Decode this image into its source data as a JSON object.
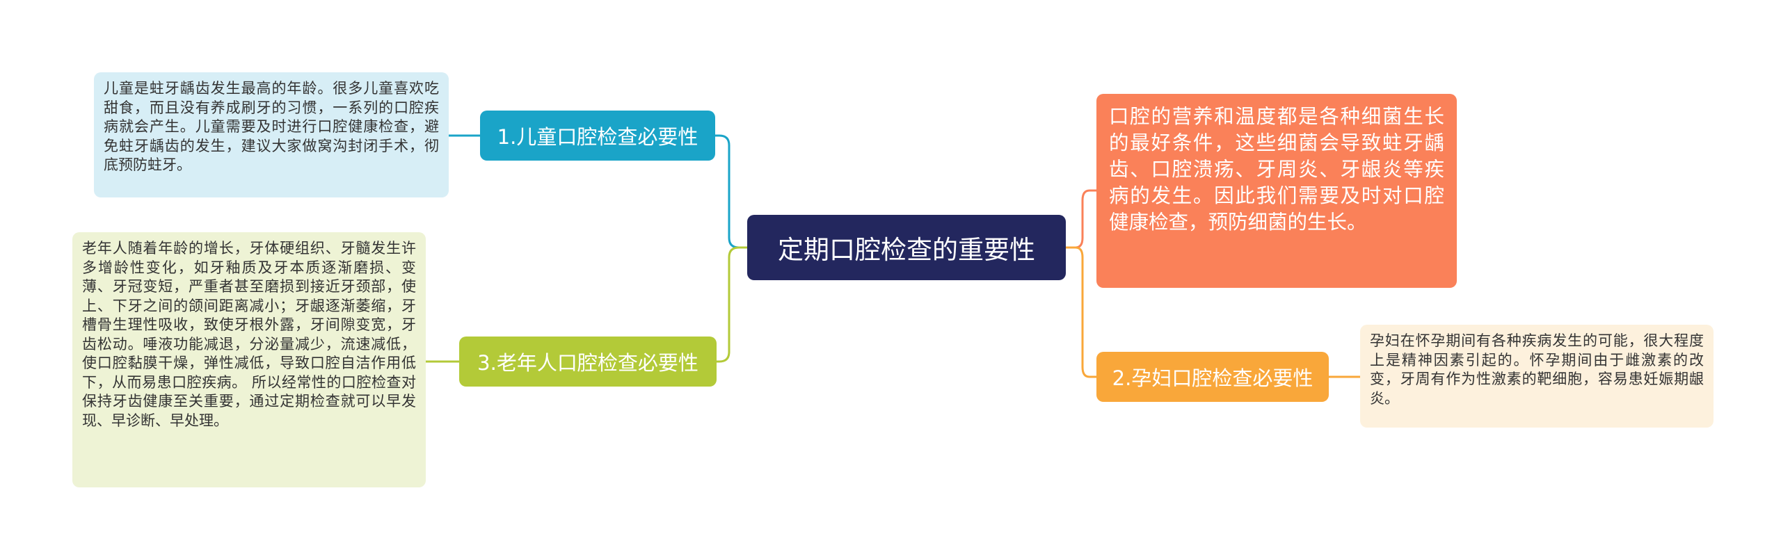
{
  "root": {
    "title": "定期口腔检查的重要性"
  },
  "branches": {
    "child": {
      "label": "1.儿童口腔检查必要性",
      "detail": "儿童是蛀牙龋齿发生最高的年龄。很多儿童喜欢吃甜食，而且没有养成刷牙的习惯，一系列的口腔疾病就会产生。儿童需要及时进行口腔健康检查，避免蛀牙龋齿的发生，建议大家做窝沟封闭手术，彻底预防蛀牙。",
      "color": "#1aa4c8"
    },
    "elder": {
      "label": "3.老年人口腔检查必要性",
      "detail": "老年人随着年龄的增长，牙体硬组织、牙髓发生许多增龄性变化，如牙釉质及牙本质逐渐磨损、变薄、牙冠变短，严重者甚至磨损到接近牙颈部，使上、下牙之间的颌间距离减小；牙龈逐渐萎缩，牙槽骨生理性吸收，致使牙根外露，牙间隙变宽，牙齿松动。唾液功能减退，分泌量减少，流速减低，使口腔黏膜干燥，弹性减低，导致口腔自洁作用低下，从而易患口腔疾病。 所以经常性的口腔检查对保持牙齿健康至关重要，通过定期检查就可以早发现、早诊断、早处理。",
      "color": "#b3ca38"
    },
    "bacteria": {
      "text": "口腔的营养和温度都是各种细菌生长的最好条件，这些细菌会导致蛀牙龋齿、口腔溃疡、牙周炎、牙龈炎等疾病的发生。因此我们需要及时对口腔健康检查，预防细菌的生长。",
      "color": "#fa8159"
    },
    "pregnant": {
      "label": "2.孕妇口腔检查必要性",
      "detail": "孕妇在怀孕期间有各种疾病发生的可能，很大程度上是精神因素引起的。怀孕期间由于雌激素的改变，牙周有作为性激素的靶细胞，容易患妊娠期龈炎。",
      "color": "#f9a73a"
    }
  }
}
